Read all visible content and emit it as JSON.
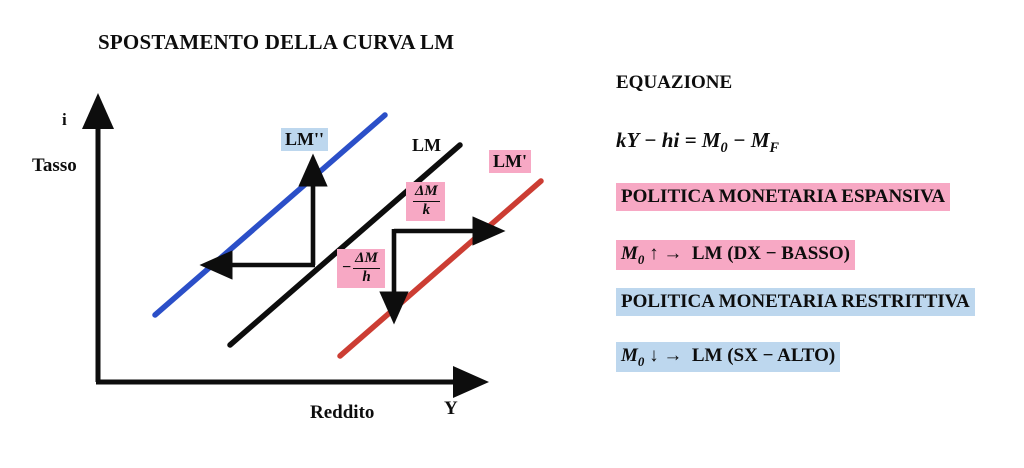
{
  "chart_data": {
    "type": "line",
    "title": "SPOSTAMENTO DELLA CURVA LM",
    "xlabel": "Y",
    "ylabel": "i",
    "xlabel_secondary": "Reddito",
    "ylabel_secondary": "Tasso",
    "grid": false,
    "legend": "inline-labels",
    "series": [
      {
        "name": "LM''",
        "label": "LM''",
        "color": "#2B4FC8",
        "highlight": "#BDD7EE",
        "description": "restrictive-policy LM curve shifted left and up",
        "x": [
          155,
          385
        ],
        "y": [
          315,
          115
        ]
      },
      {
        "name": "LM",
        "label": "LM",
        "color": "#000000",
        "highlight": "none",
        "description": "baseline LM curve",
        "x": [
          230,
          460
        ],
        "y": [
          345,
          145
        ]
      },
      {
        "name": "LM'",
        "label": "LM'",
        "color": "#CC3D33",
        "highlight": "#F7A8C4",
        "description": "expansionary-policy LM curve shifted right and down",
        "x": [
          340,
          540
        ],
        "y": [
          355,
          180
        ]
      }
    ],
    "annotations": [
      {
        "name": "shift-up-left",
        "label": "",
        "arrows": [
          "up",
          "left"
        ],
        "color": "#000000",
        "meaning": "restrictive: LM shifts SX - ALTO"
      },
      {
        "name": "delta-m-over-k",
        "numerator": "ΔM",
        "denominator": "k",
        "sign": "",
        "highlight": "#F7A8C4",
        "meaning": "horizontal shift of LM"
      },
      {
        "name": "minus-delta-m-over-h",
        "numerator": "ΔM",
        "denominator": "h",
        "sign": "−",
        "highlight": "#F7A8C4",
        "meaning": "vertical shift of LM"
      }
    ]
  },
  "chart": {
    "title": "SPOSTAMENTO DELLA CURVA LM",
    "axis": {
      "y_symbol": "i",
      "y_name": "Tasso",
      "x_symbol": "Y",
      "x_name": "Reddito"
    },
    "curve_labels": {
      "lm_double_prime": "LM''",
      "lm": "LM",
      "lm_prime": "LM'"
    },
    "fractions": {
      "dm_over_k": {
        "sign": "",
        "numerator": "ΔM",
        "denominator": "k"
      },
      "minus_dm_over_h": {
        "sign": "−",
        "numerator": "ΔM",
        "denominator": "h"
      }
    }
  },
  "panel": {
    "heading": "EQUAZIONE",
    "equation": {
      "lhs_k": "k",
      "lhs_Y": "Y",
      "minus": "−",
      "lhs_h": "h",
      "lhs_i": "i",
      "equals": "=",
      "rhs_M": "M",
      "rhs_M_sub": "0",
      "rhs_M2": "M",
      "rhs_M2_sub": "F",
      "full_text": "kY − hi = M0 − MF"
    },
    "espansiva": {
      "title": "POLITICA MONETARIA ESPANSIVA",
      "symbol": "M",
      "subscript": "0",
      "direction_arrow": "↑",
      "implies_arrow": "→",
      "result": "LM (DX − BASSO)"
    },
    "restrittiva": {
      "title": "POLITICA MONETARIA RESTRITTIVA",
      "symbol": "M",
      "subscript": "0",
      "direction_arrow": "↓",
      "implies_arrow": "→",
      "result": "LM (SX − ALTO)"
    }
  },
  "colors": {
    "pink_highlight": "#F7A8C4",
    "blue_highlight": "#BDD7EE",
    "blue_curve": "#2B4FC8",
    "red_curve": "#CC3D33",
    "axis": "#000000"
  }
}
